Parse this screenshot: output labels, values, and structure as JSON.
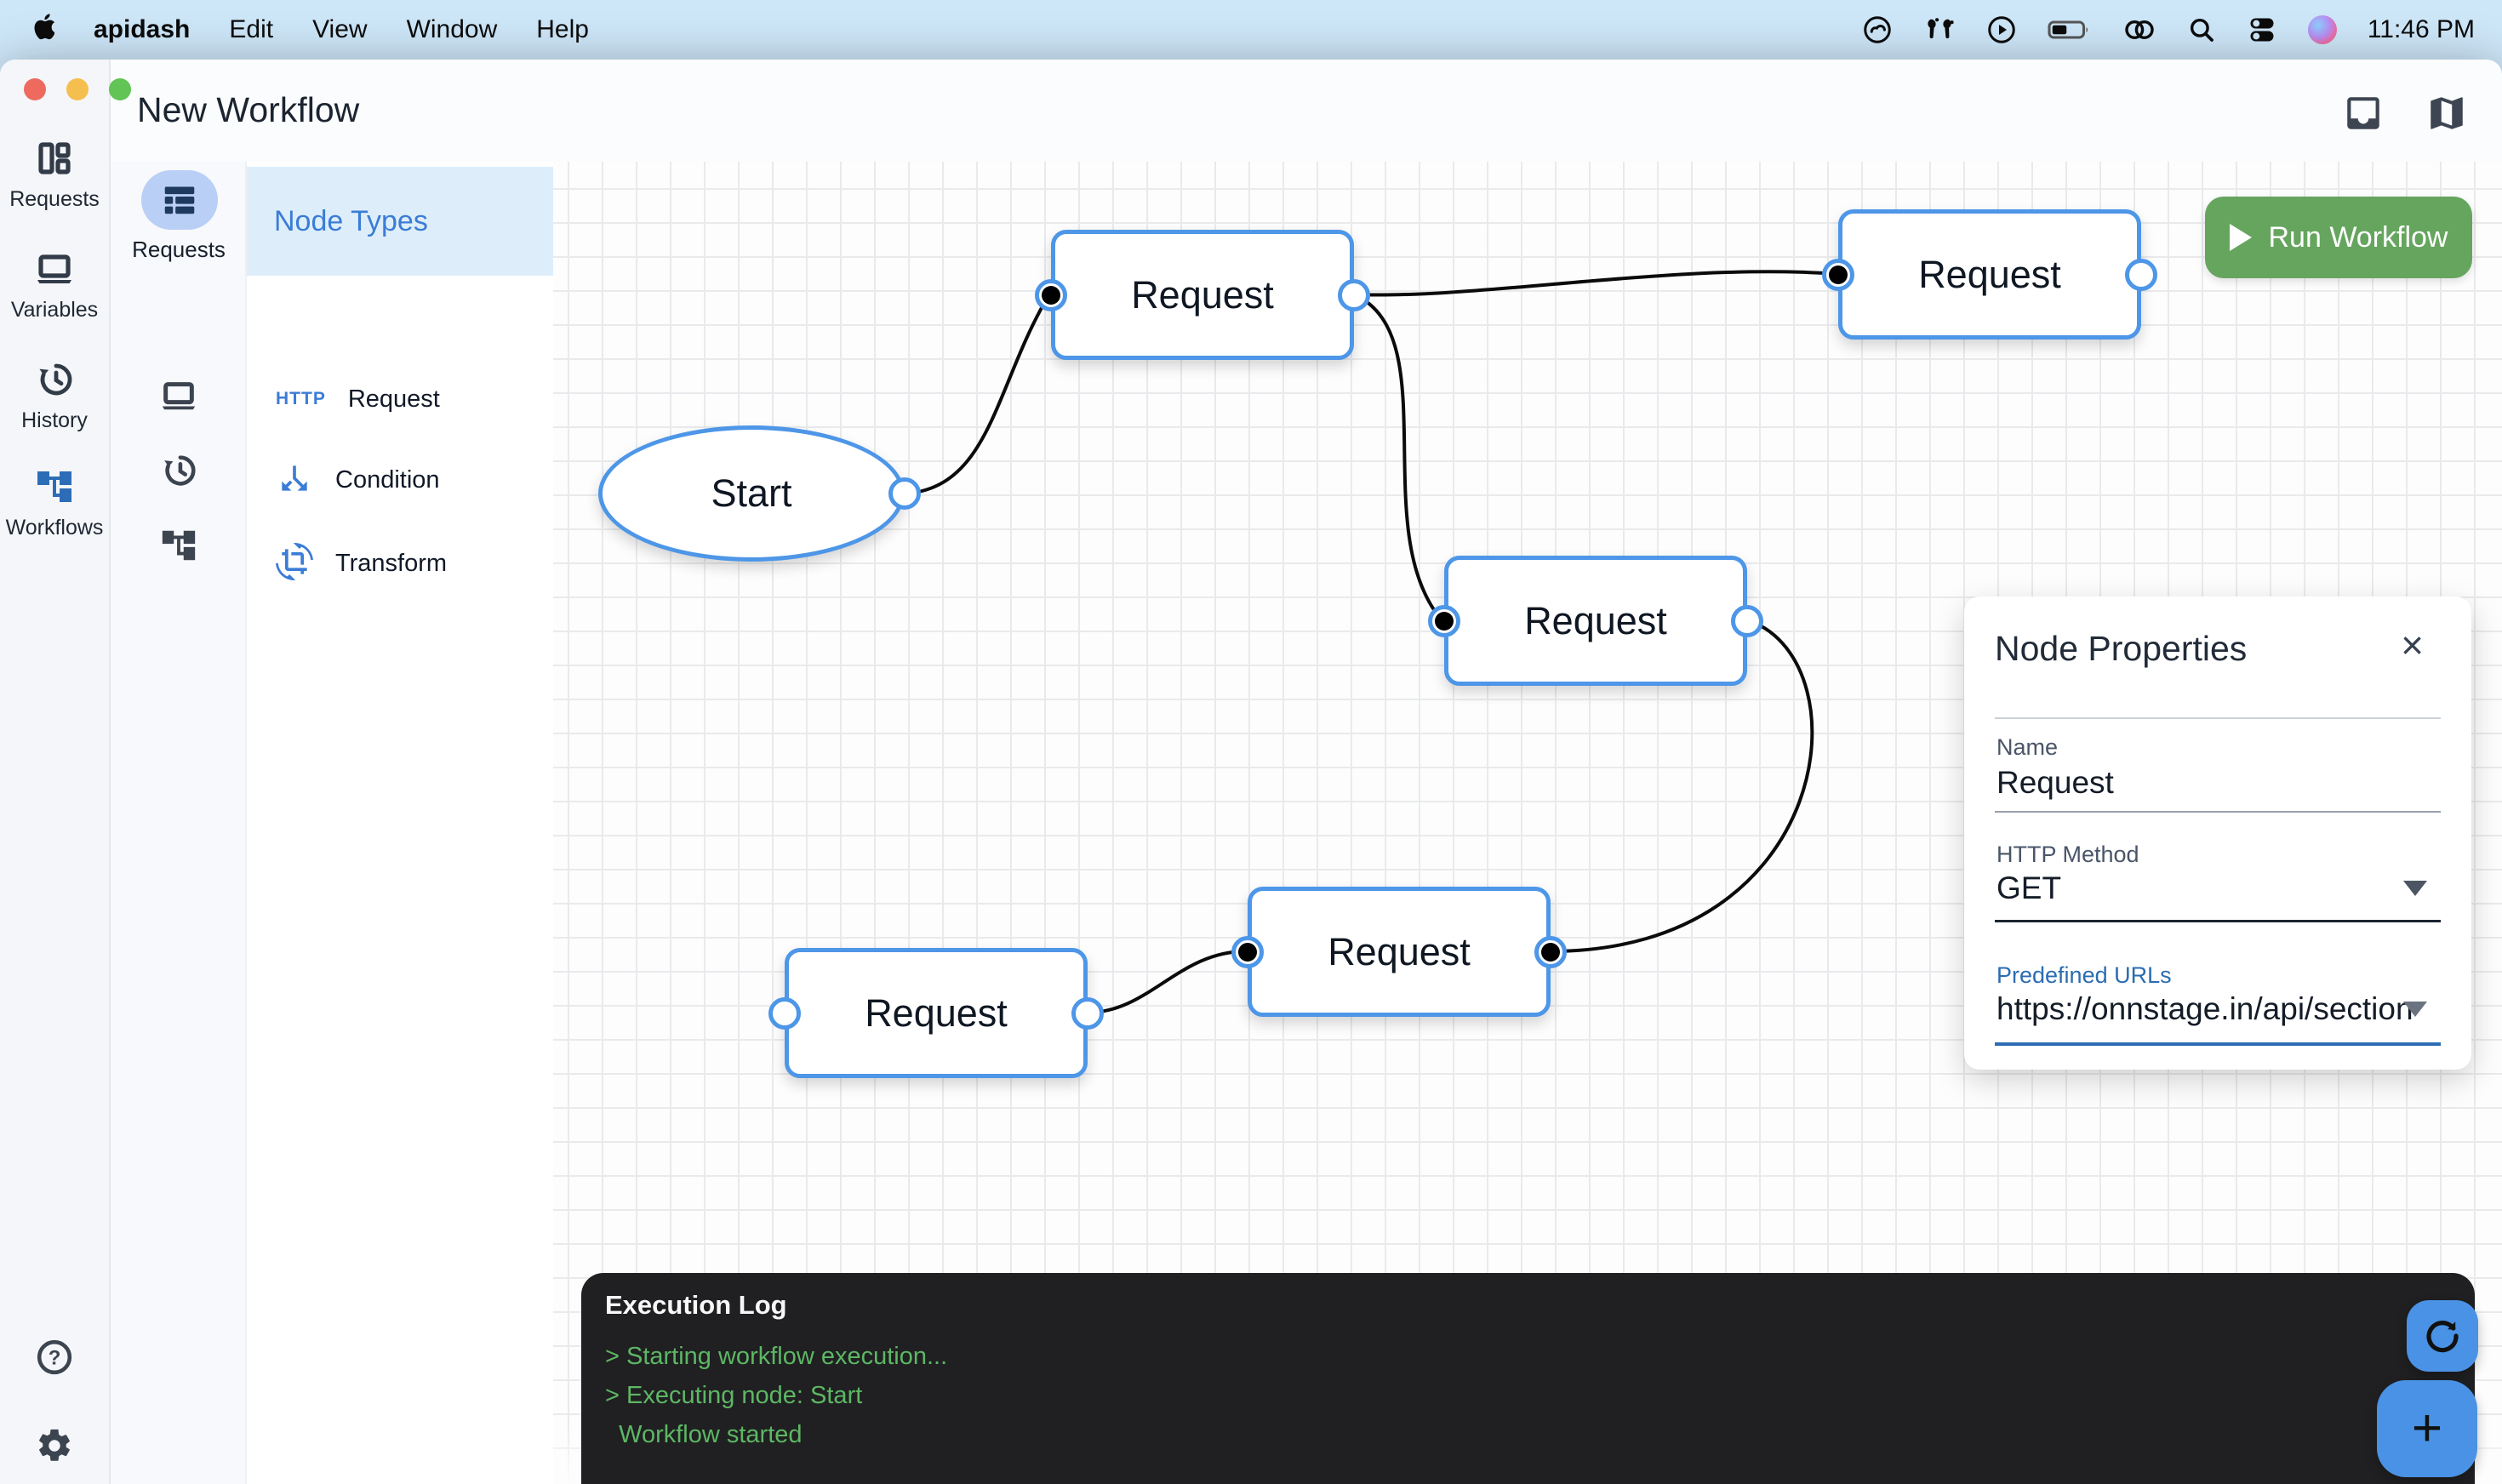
{
  "menubar": {
    "app_name": "apidash",
    "items": [
      {
        "label": "Edit"
      },
      {
        "label": "View"
      },
      {
        "label": "Window"
      },
      {
        "label": "Help"
      }
    ],
    "status_icons": [
      "creative-cloud",
      "airpods",
      "play-circle",
      "battery",
      "linked-rings",
      "search",
      "control-center",
      "siri"
    ],
    "time": "11:46 PM"
  },
  "window": {
    "title": "New Workflow"
  },
  "sidebar": {
    "items": [
      {
        "label": "Requests",
        "icon": "dashboard-icon",
        "active": false
      },
      {
        "label": "Variables",
        "icon": "laptop-icon",
        "active": false
      },
      {
        "label": "History",
        "icon": "history-icon",
        "active": false
      },
      {
        "label": "Workflows",
        "icon": "workflow-tree-icon",
        "active": true
      }
    ],
    "bottom_icons": [
      "help-icon",
      "settings-icon"
    ]
  },
  "rail2": {
    "active_label": "Requests",
    "icons": [
      "table-list",
      "laptop",
      "history",
      "workflow-tree"
    ]
  },
  "node_types": {
    "title": "Node Types",
    "items": [
      {
        "label": "Request",
        "icon": "http-badge",
        "icon_text": "HTTP"
      },
      {
        "label": "Condition",
        "icon": "branch-icon"
      },
      {
        "label": "Transform",
        "icon": "crop-rotate-icon"
      }
    ]
  },
  "canvas": {
    "nodes": [
      {
        "id": "start",
        "label": "Start",
        "shape": "ellipse"
      },
      {
        "id": "request-top-left",
        "label": "Request",
        "shape": "rect"
      },
      {
        "id": "request-top-right",
        "label": "Request",
        "shape": "rect"
      },
      {
        "id": "request-middle",
        "label": "Request",
        "shape": "rect"
      },
      {
        "id": "request-bottom-left",
        "label": "Request",
        "shape": "rect"
      },
      {
        "id": "request-bottom-center",
        "label": "Request",
        "shape": "rect"
      }
    ],
    "edges": [
      "start -> request-top-left",
      "request-top-left -> request-top-right",
      "request-top-left -> request-middle",
      "request-middle -> request-bottom-center",
      "request-bottom-left -> request-bottom-center"
    ]
  },
  "toolbar": {
    "run_label": "Run Workflow"
  },
  "properties": {
    "title": "Node Properties",
    "close": "×",
    "name_label": "Name",
    "name_value": "Request",
    "method_label": "HTTP Method",
    "method_value": "GET",
    "urls_label": "Predefined URLs",
    "urls_value": "https://onnstage.in/api/section"
  },
  "log": {
    "title": "Execution Log",
    "lines": [
      "> Starting workflow execution...",
      "> Executing node: Start",
      "  Workflow started"
    ]
  },
  "colors": {
    "accent_blue": "#4d96e8",
    "run_green": "#66a55e",
    "log_green": "#5db764",
    "panel_blue_label": "#2b6cb0",
    "node_types_header_bg": "#ddeefa",
    "menubar_bg": "#cde6f8"
  }
}
